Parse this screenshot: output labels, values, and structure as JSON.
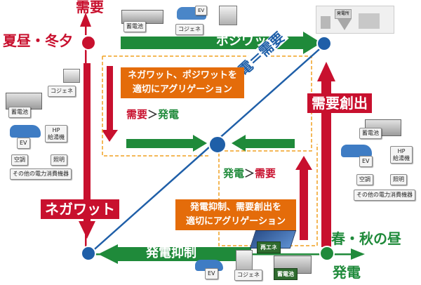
{
  "colors": {
    "red": "#c8102e",
    "green": "#1f8a3a",
    "blue": "#1f5fa8",
    "orange": "#e46c0a",
    "dashed": "#f0a020"
  },
  "axis": {
    "demand_label": "需要",
    "supply_label": "発電"
  },
  "corners": {
    "top_left": "夏昼・冬夕",
    "bottom_right": "春・秋の昼"
  },
  "arrows": {
    "posi": "ポジワット",
    "nega": "ネガワット",
    "demand_create": "需要創出",
    "supply_suppress": "発電抑制"
  },
  "diagonal_label": "発電＝需要",
  "boxes": {
    "upper": {
      "line1": "ネガワット、ポジワットを",
      "line2": "適切にアグリゲーション"
    },
    "lower": {
      "line1": "発電抑制、需要創出を",
      "line2": "適切にアグリゲーション"
    }
  },
  "compare": {
    "upper": {
      "left": "需要",
      "op": "＞",
      "right": "発電"
    },
    "lower": {
      "left": "発電",
      "op": "＞",
      "right": "需要"
    }
  },
  "left_devices": {
    "cogene": "コジェネ",
    "battery": "蓄電池",
    "hp": "HP\n給湯機",
    "ev": "EV",
    "ac": "空調",
    "light": "照明",
    "other": "その他の電力消費機器"
  },
  "right_devices": {
    "battery": "蓄電池",
    "hp": "HP\n給湯機",
    "ev": "EV",
    "ac": "空調",
    "light": "照明",
    "other": "その他の電力消費機器"
  },
  "top_devices": {
    "battery": "蓄電池",
    "ev": "EV",
    "cogene": "コジェネ"
  },
  "bottom_devices": {
    "renew": "再エネ",
    "battery": "蓄電池",
    "ev": "EV",
    "cogene": "コジェネ"
  },
  "top_right_caption": "発電所"
}
